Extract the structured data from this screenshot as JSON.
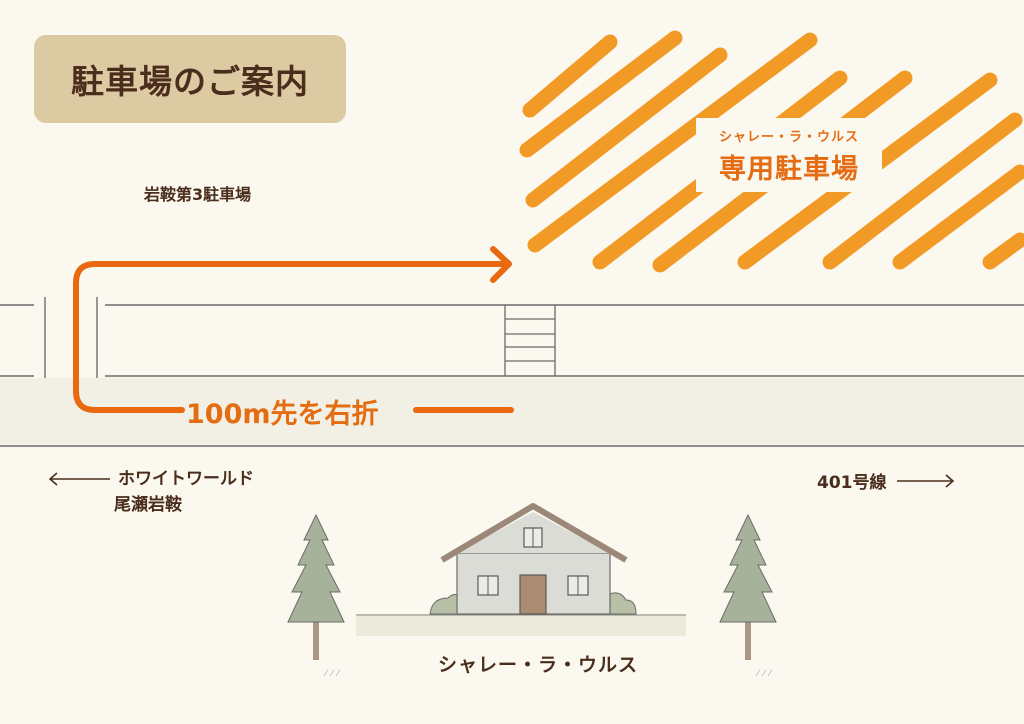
{
  "title": "駐車場のご案内",
  "parking": {
    "subtitle": "シャレー・ラ・ウルス",
    "label": "専用駐車場",
    "stripe_color": "#f29a26"
  },
  "nearby_lot": "岩鞍第3駐車場",
  "route": {
    "instruction": "100m先を右折",
    "color": "#e8690f"
  },
  "directions": {
    "left": {
      "arrow": "left-arrow",
      "line1": "ホワイトワールド",
      "line2": "尾瀬岩鞍"
    },
    "right": {
      "label": "401号線",
      "arrow": "right-arrow"
    }
  },
  "house": {
    "label": "シャレー・ラ・ウルス"
  },
  "colors": {
    "background": "#fbf8ef",
    "title_box": "#dccaa3",
    "text_dark": "#4a2d1c",
    "road_line": "#6b6b6b",
    "tree_green": "#a7b29a",
    "house_wall": "#dcdcd6",
    "door": "#a98c72"
  }
}
